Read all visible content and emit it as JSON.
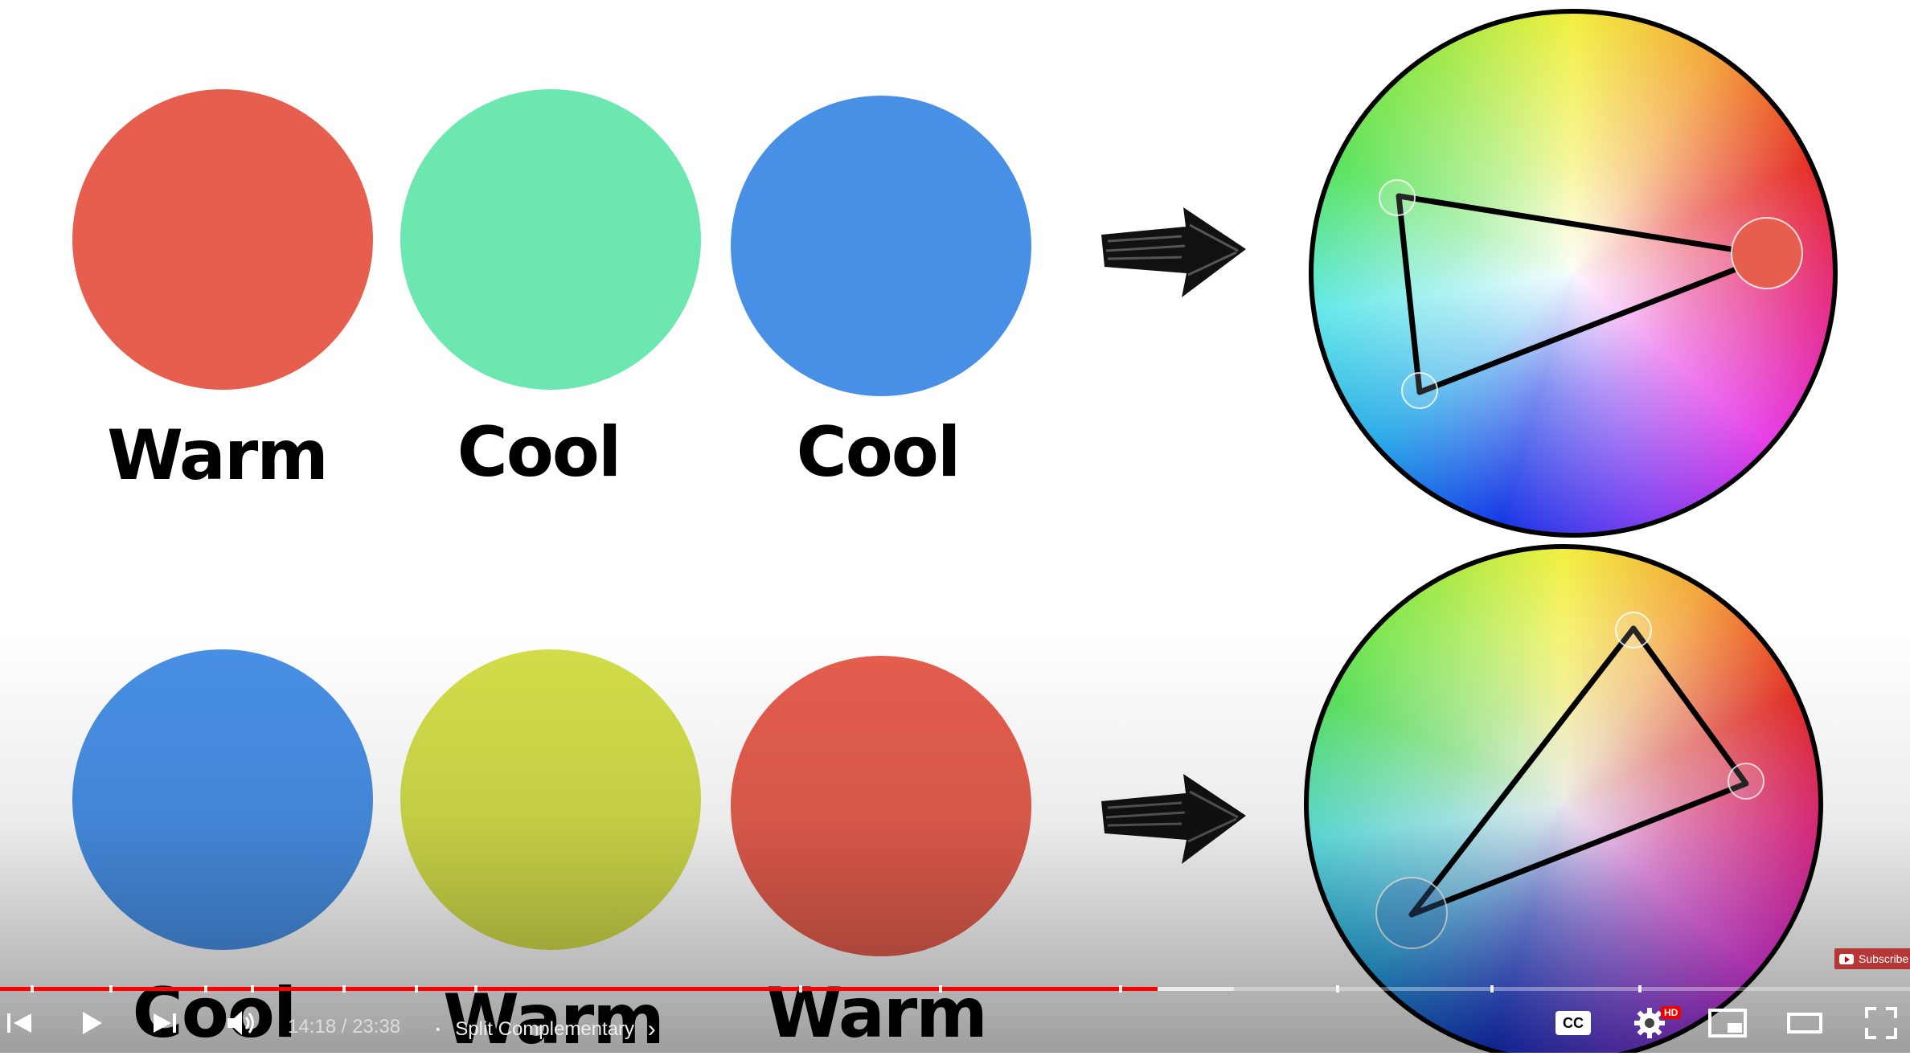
{
  "slide": {
    "row1": [
      {
        "label": "Warm",
        "color": "#E65E4E"
      },
      {
        "label": "Cool",
        "color": "#6CE7AF"
      },
      {
        "label": "Cool",
        "color": "#4890E6"
      }
    ],
    "row2": [
      {
        "label": "Cool",
        "color": "#4890E6"
      },
      {
        "label": "Warm",
        "color": "#D3DE4A"
      },
      {
        "label": "Warm",
        "color": "#E65E4E"
      }
    ]
  },
  "player": {
    "time_current": "14:18",
    "time_total": "23:38",
    "time_display": "14:18 / 23:38",
    "separator": "•",
    "chapter_title": "Split Complementary",
    "chapter_chevron": "›",
    "progress_played_fraction": 0.606,
    "progress_buffered_fraction": 0.646,
    "cc_label": "CC",
    "hd_badge": "HD",
    "subscribe_label": "Subscribe",
    "accent_color": "#FF0000"
  },
  "icons": [
    "previous-icon",
    "play-icon",
    "next-icon",
    "volume-icon",
    "captions-icon",
    "settings-icon",
    "miniplayer-icon",
    "theater-icon",
    "fullscreen-icon"
  ]
}
